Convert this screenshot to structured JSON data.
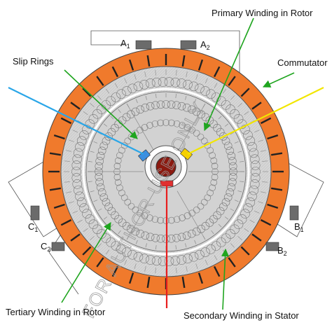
{
  "labels": {
    "primary_winding": "Primary Winding in Rotor",
    "commutator": "Commutator",
    "slip_rings": "Slip Rings",
    "tertiary_winding": "Tertiary Winding in Rotor",
    "secondary_winding": "Secondary Winding in Stator"
  },
  "brushes": {
    "a1": {
      "letter": "A",
      "sub": "1"
    },
    "a2": {
      "letter": "A",
      "sub": "2"
    },
    "b1": {
      "letter": "B",
      "sub": "1"
    },
    "b2": {
      "letter": "B",
      "sub": "2"
    },
    "c1": {
      "letter": "C",
      "sub": "1"
    },
    "c2": {
      "letter": "C",
      "sub": "2"
    }
  },
  "watermark": "FOR AUTHOR USE ONLY",
  "colors": {
    "commutator": "#f07a2c",
    "stator_fill": "#d9d9d9",
    "arrow_green": "#1fa51f",
    "line_blue": "#2aa6e8",
    "line_yellow": "#f2e600",
    "line_red": "#e81e1e",
    "slip_ring_blue": "#3b8fe0",
    "slip_ring_yellow": "#f5d000",
    "slip_ring_red": "#e03030",
    "shaft": "#8b1a10"
  }
}
